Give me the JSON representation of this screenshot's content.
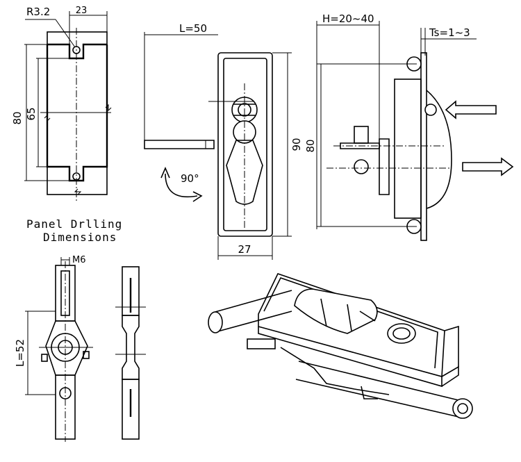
{
  "drilling": {
    "radius_label": "R3.2",
    "width_label": "23",
    "height_label": "80",
    "inner_height_label": "65",
    "caption_line1": "Panel Drlling",
    "caption_line2": "Dimensions"
  },
  "front_view": {
    "length_label": "L=50",
    "height_label": "90",
    "width_label": "27",
    "rotation_label": "90°"
  },
  "side_view": {
    "h_range_label": "H=20~40",
    "ts_range_label": "Ts=1~3",
    "height_label": "80"
  },
  "cam_view": {
    "thread_label": "M6",
    "length_label": "L=52"
  }
}
